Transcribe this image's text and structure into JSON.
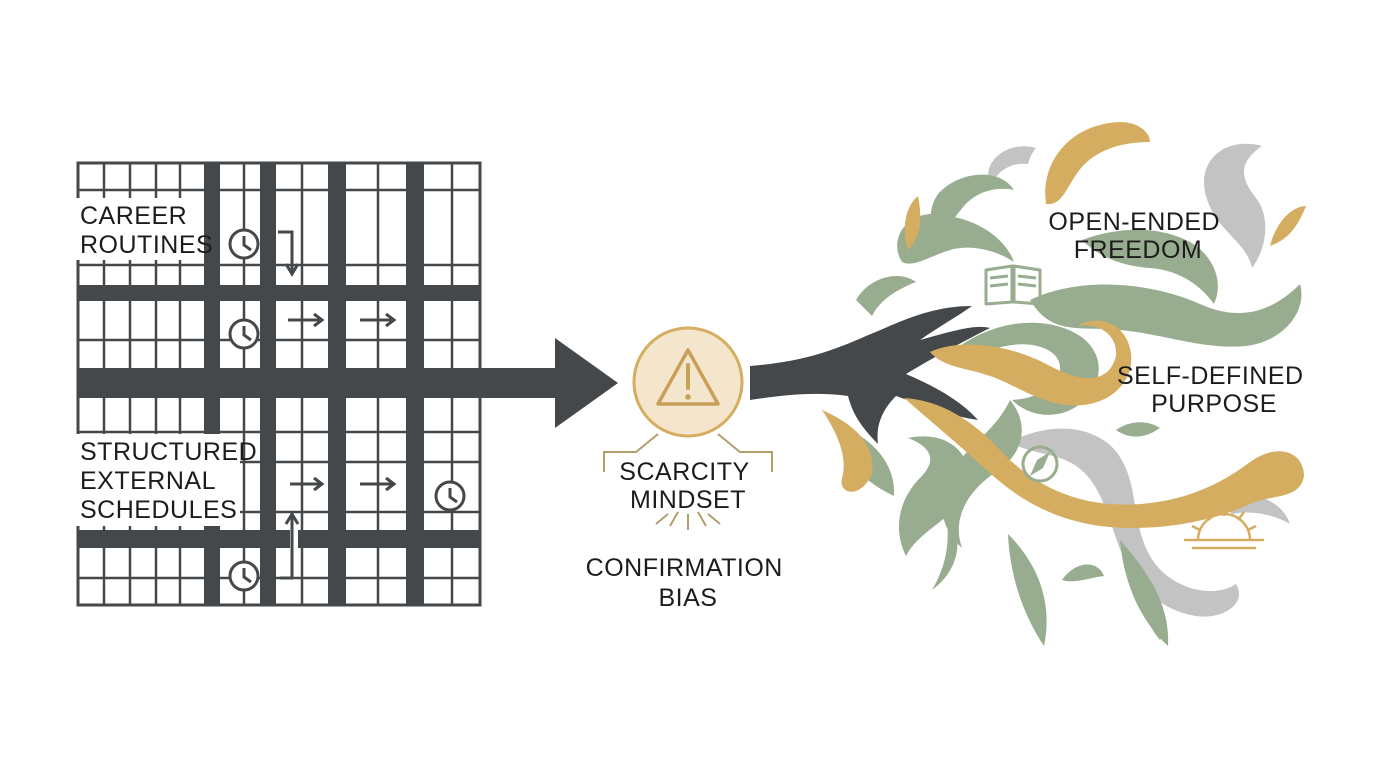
{
  "labels": {
    "career_routines": [
      "CAREER",
      "ROUTINES"
    ],
    "structured_external_schedules": [
      "STRUCTURED",
      "EXTERNAL",
      "SCHEDULES"
    ],
    "scarcity_mindset": [
      "SCARCITY",
      "MINDSET"
    ],
    "confirmation_bias": [
      "CONFIRMATION",
      "BIAS"
    ],
    "open_ended_freedom": [
      "OPEN-ENDED",
      "FREEDOM"
    ],
    "self_defined_purpose": [
      "SELF-DEFINED",
      "PURPOSE"
    ]
  },
  "icons": {
    "clock": "clock-icon",
    "arrow": "arrow-right-icon",
    "warning": "warning-triangle-icon",
    "book": "open-book-icon",
    "compass": "compass-icon",
    "sunrise": "sunrise-icon"
  },
  "colors": {
    "dark": "#45484a",
    "gold": "#d5ad61",
    "sage": "#98ad8f",
    "gray": "#c3c3c3",
    "warning_bg": "#f3e6cd"
  }
}
